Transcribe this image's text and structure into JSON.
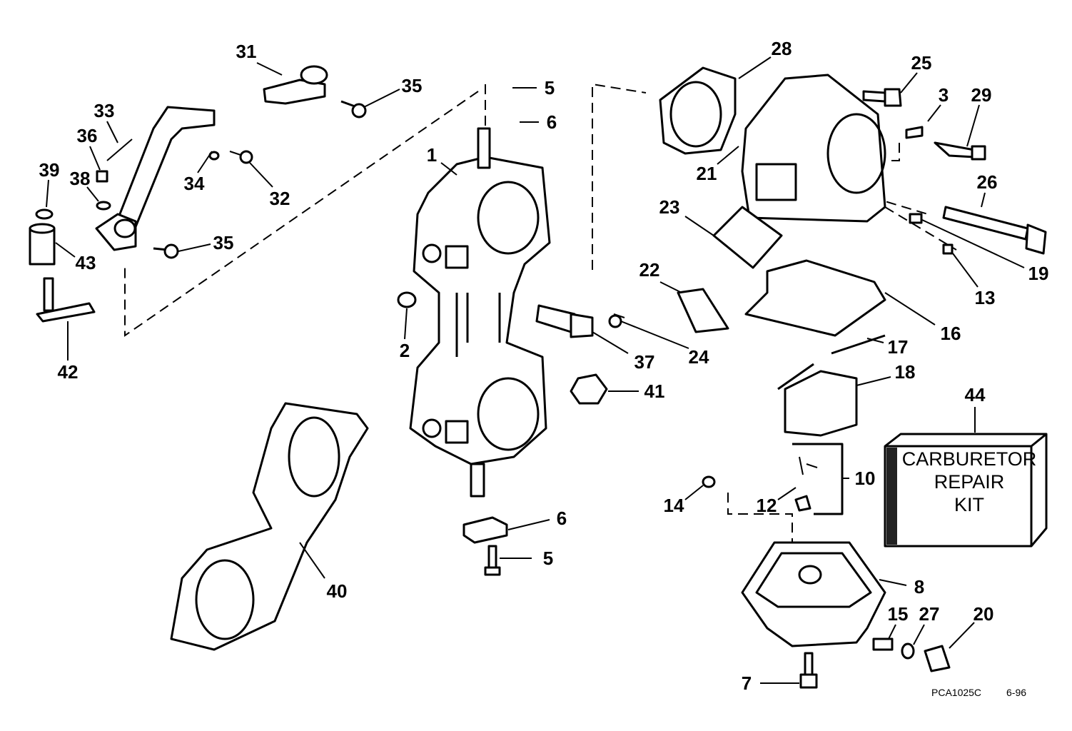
{
  "callouts": [
    "31",
    "35",
    "5",
    "6",
    "28",
    "25",
    "3",
    "29",
    "33",
    "36",
    "34",
    "32",
    "39",
    "38",
    "1",
    "21",
    "26",
    "23",
    "35",
    "43",
    "19",
    "13",
    "22",
    "2",
    "24",
    "37",
    "16",
    "17",
    "18",
    "42",
    "41",
    "44",
    "10",
    "12",
    "14",
    "6",
    "5",
    "40",
    "8",
    "15",
    "27",
    "20",
    "7"
  ],
  "kit_box": {
    "line1": "CARBURETOR",
    "line2": "REPAIR",
    "line3": "KIT"
  },
  "figure_code": "PCA1025C",
  "figure_date": "6-96"
}
